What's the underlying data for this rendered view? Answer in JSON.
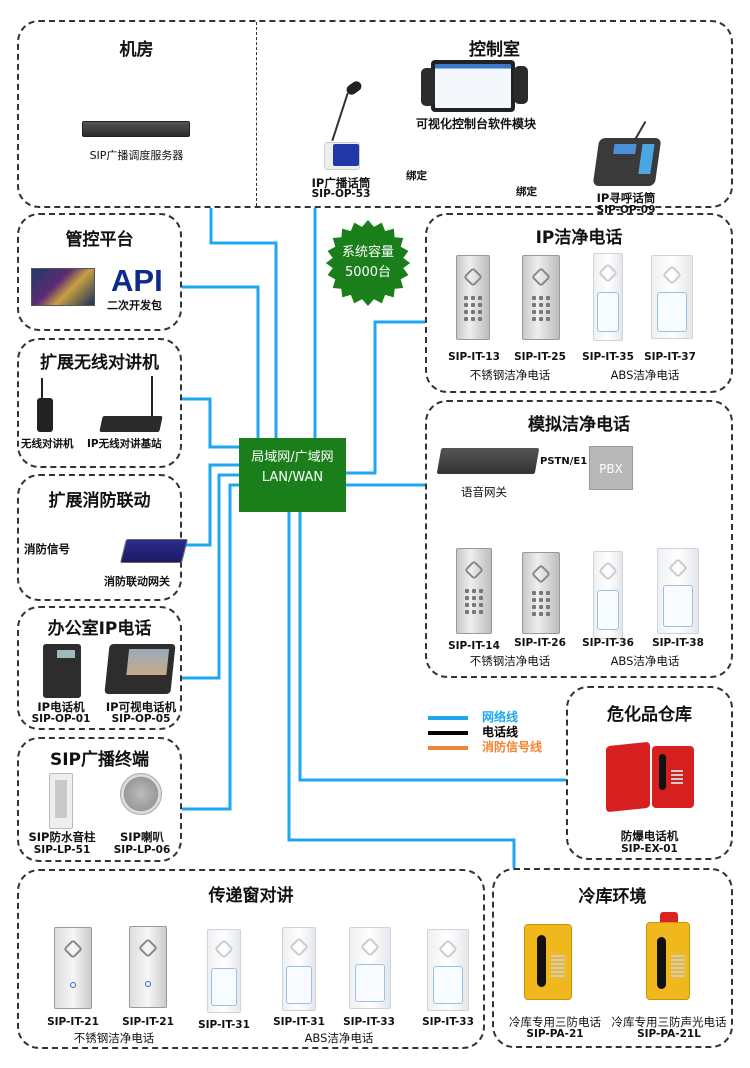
{
  "colors": {
    "network": "#1ea7f0",
    "phone": "#000000",
    "fire": "#f58233",
    "green": "#1a7f1a",
    "api": "#0d2a8c"
  },
  "network_hub": {
    "line1": "局域网/广域网",
    "line2": "LAN/WAN"
  },
  "capacity_badge": {
    "line1": "系统容量",
    "line2": "5000台"
  },
  "legend": [
    {
      "label": "网络线",
      "color": "#1ea7f0"
    },
    {
      "label": "电话线",
      "color": "#000000"
    },
    {
      "label": "消防信号线",
      "color": "#f58233"
    }
  ],
  "machine_room": {
    "title": "机房",
    "devices": [
      {
        "name": "SIP广播调度服务器"
      }
    ]
  },
  "control_room": {
    "title": "控制室",
    "console": "可视化控制台软件模块",
    "mic": {
      "name": "IP广播话筒",
      "model": "SIP-OP-53"
    },
    "pager": {
      "name": "IP寻呼话筒",
      "model": "SIP-OP-09"
    },
    "bind1": "绑定",
    "bind2": "绑定"
  },
  "management": {
    "title": "管控平台",
    "api": "API",
    "api_sub": "二次开发包"
  },
  "wireless": {
    "title": "扩展无线对讲机",
    "devices": [
      {
        "name": "无线对讲机"
      },
      {
        "name": "IP无线对讲基站"
      }
    ]
  },
  "fire": {
    "title": "扩展消防联动",
    "signal": "消防信号",
    "gateway": "消防联动网关"
  },
  "office": {
    "title": "办公室IP电话",
    "devices": [
      {
        "name": "IP电话机",
        "model": "SIP-OP-01"
      },
      {
        "name": "IP可视电话机",
        "model": "SIP-OP-05"
      }
    ]
  },
  "broadcast": {
    "title": "SIP广播终端",
    "devices": [
      {
        "name": "SIP防水音柱",
        "model": "SIP-LP-51"
      },
      {
        "name": "SIP喇叭",
        "model": "SIP-LP-06"
      }
    ]
  },
  "ip_clean": {
    "title": "IP洁净电话",
    "models": [
      "SIP-IT-13",
      "SIP-IT-25",
      "SIP-IT-35",
      "SIP-IT-37"
    ],
    "groups": [
      "不锈钢洁净电话",
      "ABS洁净电话"
    ]
  },
  "analog_clean": {
    "title": "模拟洁净电话",
    "gateway": "语音网关",
    "link": "PSTN/E1",
    "pbx": "PBX",
    "models": [
      "SIP-IT-14",
      "SIP-IT-26",
      "SIP-IT-36",
      "SIP-IT-38"
    ],
    "groups": [
      "不锈钢洁净电话",
      "ABS洁净电话"
    ]
  },
  "hazmat": {
    "title": "危化品仓库",
    "device": {
      "name": "防爆电话机",
      "model": "SIP-EX-01"
    }
  },
  "passthrough": {
    "title": "传递窗对讲",
    "models": [
      "SIP-IT-21",
      "SIP-IT-21",
      "SIP-IT-31",
      "SIP-IT-31",
      "SIP-IT-33",
      "SIP-IT-33"
    ],
    "groups": [
      "不锈钢洁净电话",
      "ABS洁净电话"
    ]
  },
  "cold_storage": {
    "title": "冷库环境",
    "devices": [
      {
        "name": "冷库专用三防电话",
        "model": "SIP-PA-21"
      },
      {
        "name": "冷库专用三防声光电话",
        "model": "SIP-PA-21L"
      }
    ]
  }
}
